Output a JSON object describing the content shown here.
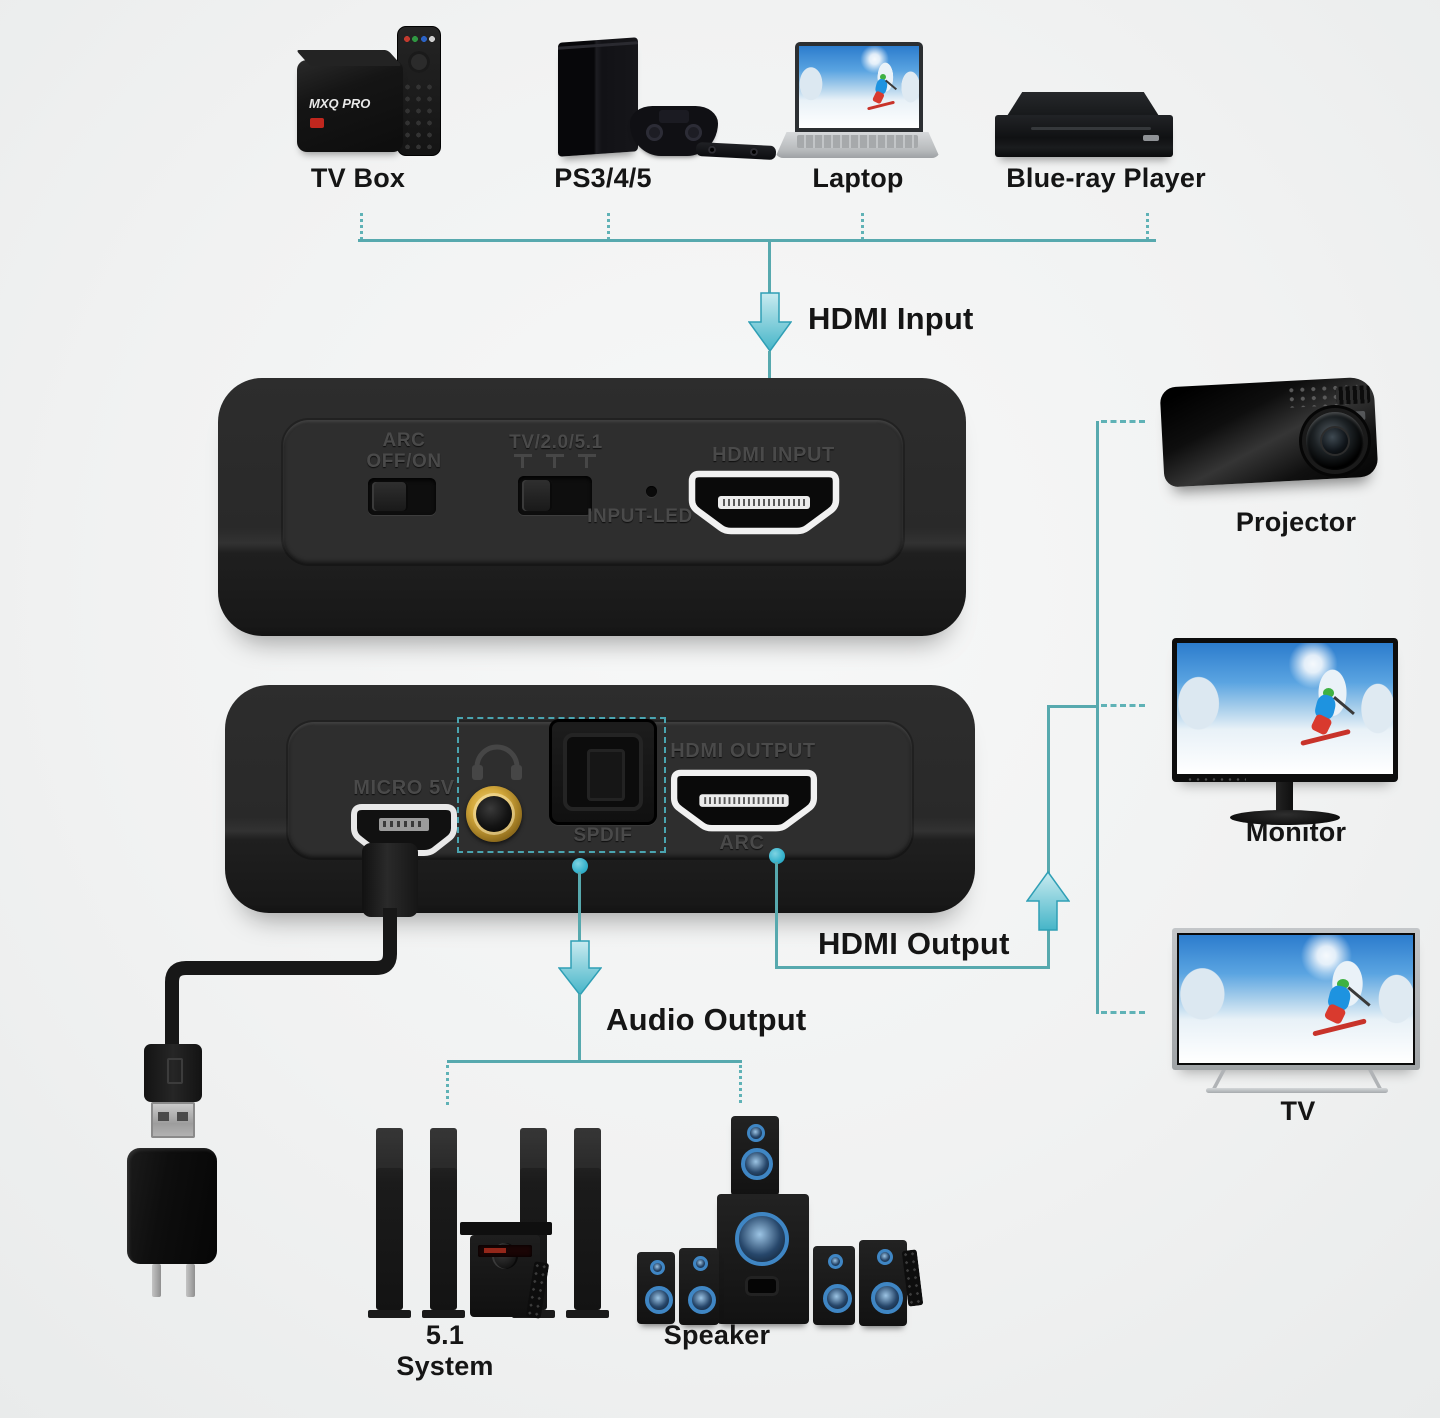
{
  "colors": {
    "background": "#f2f3f3",
    "teal_line": "#57a9ae",
    "teal_dot": "#35b2cc",
    "arrow_fill_light": "#bfe6ec",
    "arrow_fill_dark": "#45b5c8",
    "arrow_stroke": "#2f9fb5",
    "device_body": "#292929",
    "device_panel": "#2e2e2e",
    "engraved_text": "#4a4a4a",
    "label_text": "#151515",
    "jack_gold": "#d4a93c",
    "speaker_ring_blue": "#3f86c4"
  },
  "sources": [
    {
      "label": "TV Box",
      "brand": "MXQ PRO"
    },
    {
      "label": "PS3/4/5"
    },
    {
      "label": "Laptop"
    },
    {
      "label": "Blue-ray Player"
    }
  ],
  "flow": {
    "hdmi_input": "HDMI Input",
    "hdmi_output": "HDMI Output",
    "audio_output": "Audio Output"
  },
  "extractor_top": {
    "arc_line1": "ARC",
    "arc_line2": "OFF/ON",
    "mode_switch": "TV/2.0/5.1",
    "input_led": "INPUT-LED",
    "hdmi_input_port": "HDMI INPUT"
  },
  "extractor_bottom": {
    "power_port": "MICRO 5V",
    "spdif_port": "SPDIF",
    "hdmi_output_port": "HDMI OUTPUT",
    "arc_port": "ARC"
  },
  "displays": [
    {
      "label": "Projector"
    },
    {
      "label": "Monitor"
    },
    {
      "label": "TV"
    }
  ],
  "audio_devices": [
    {
      "label": "5.1 System"
    },
    {
      "label": "Speaker"
    }
  ]
}
